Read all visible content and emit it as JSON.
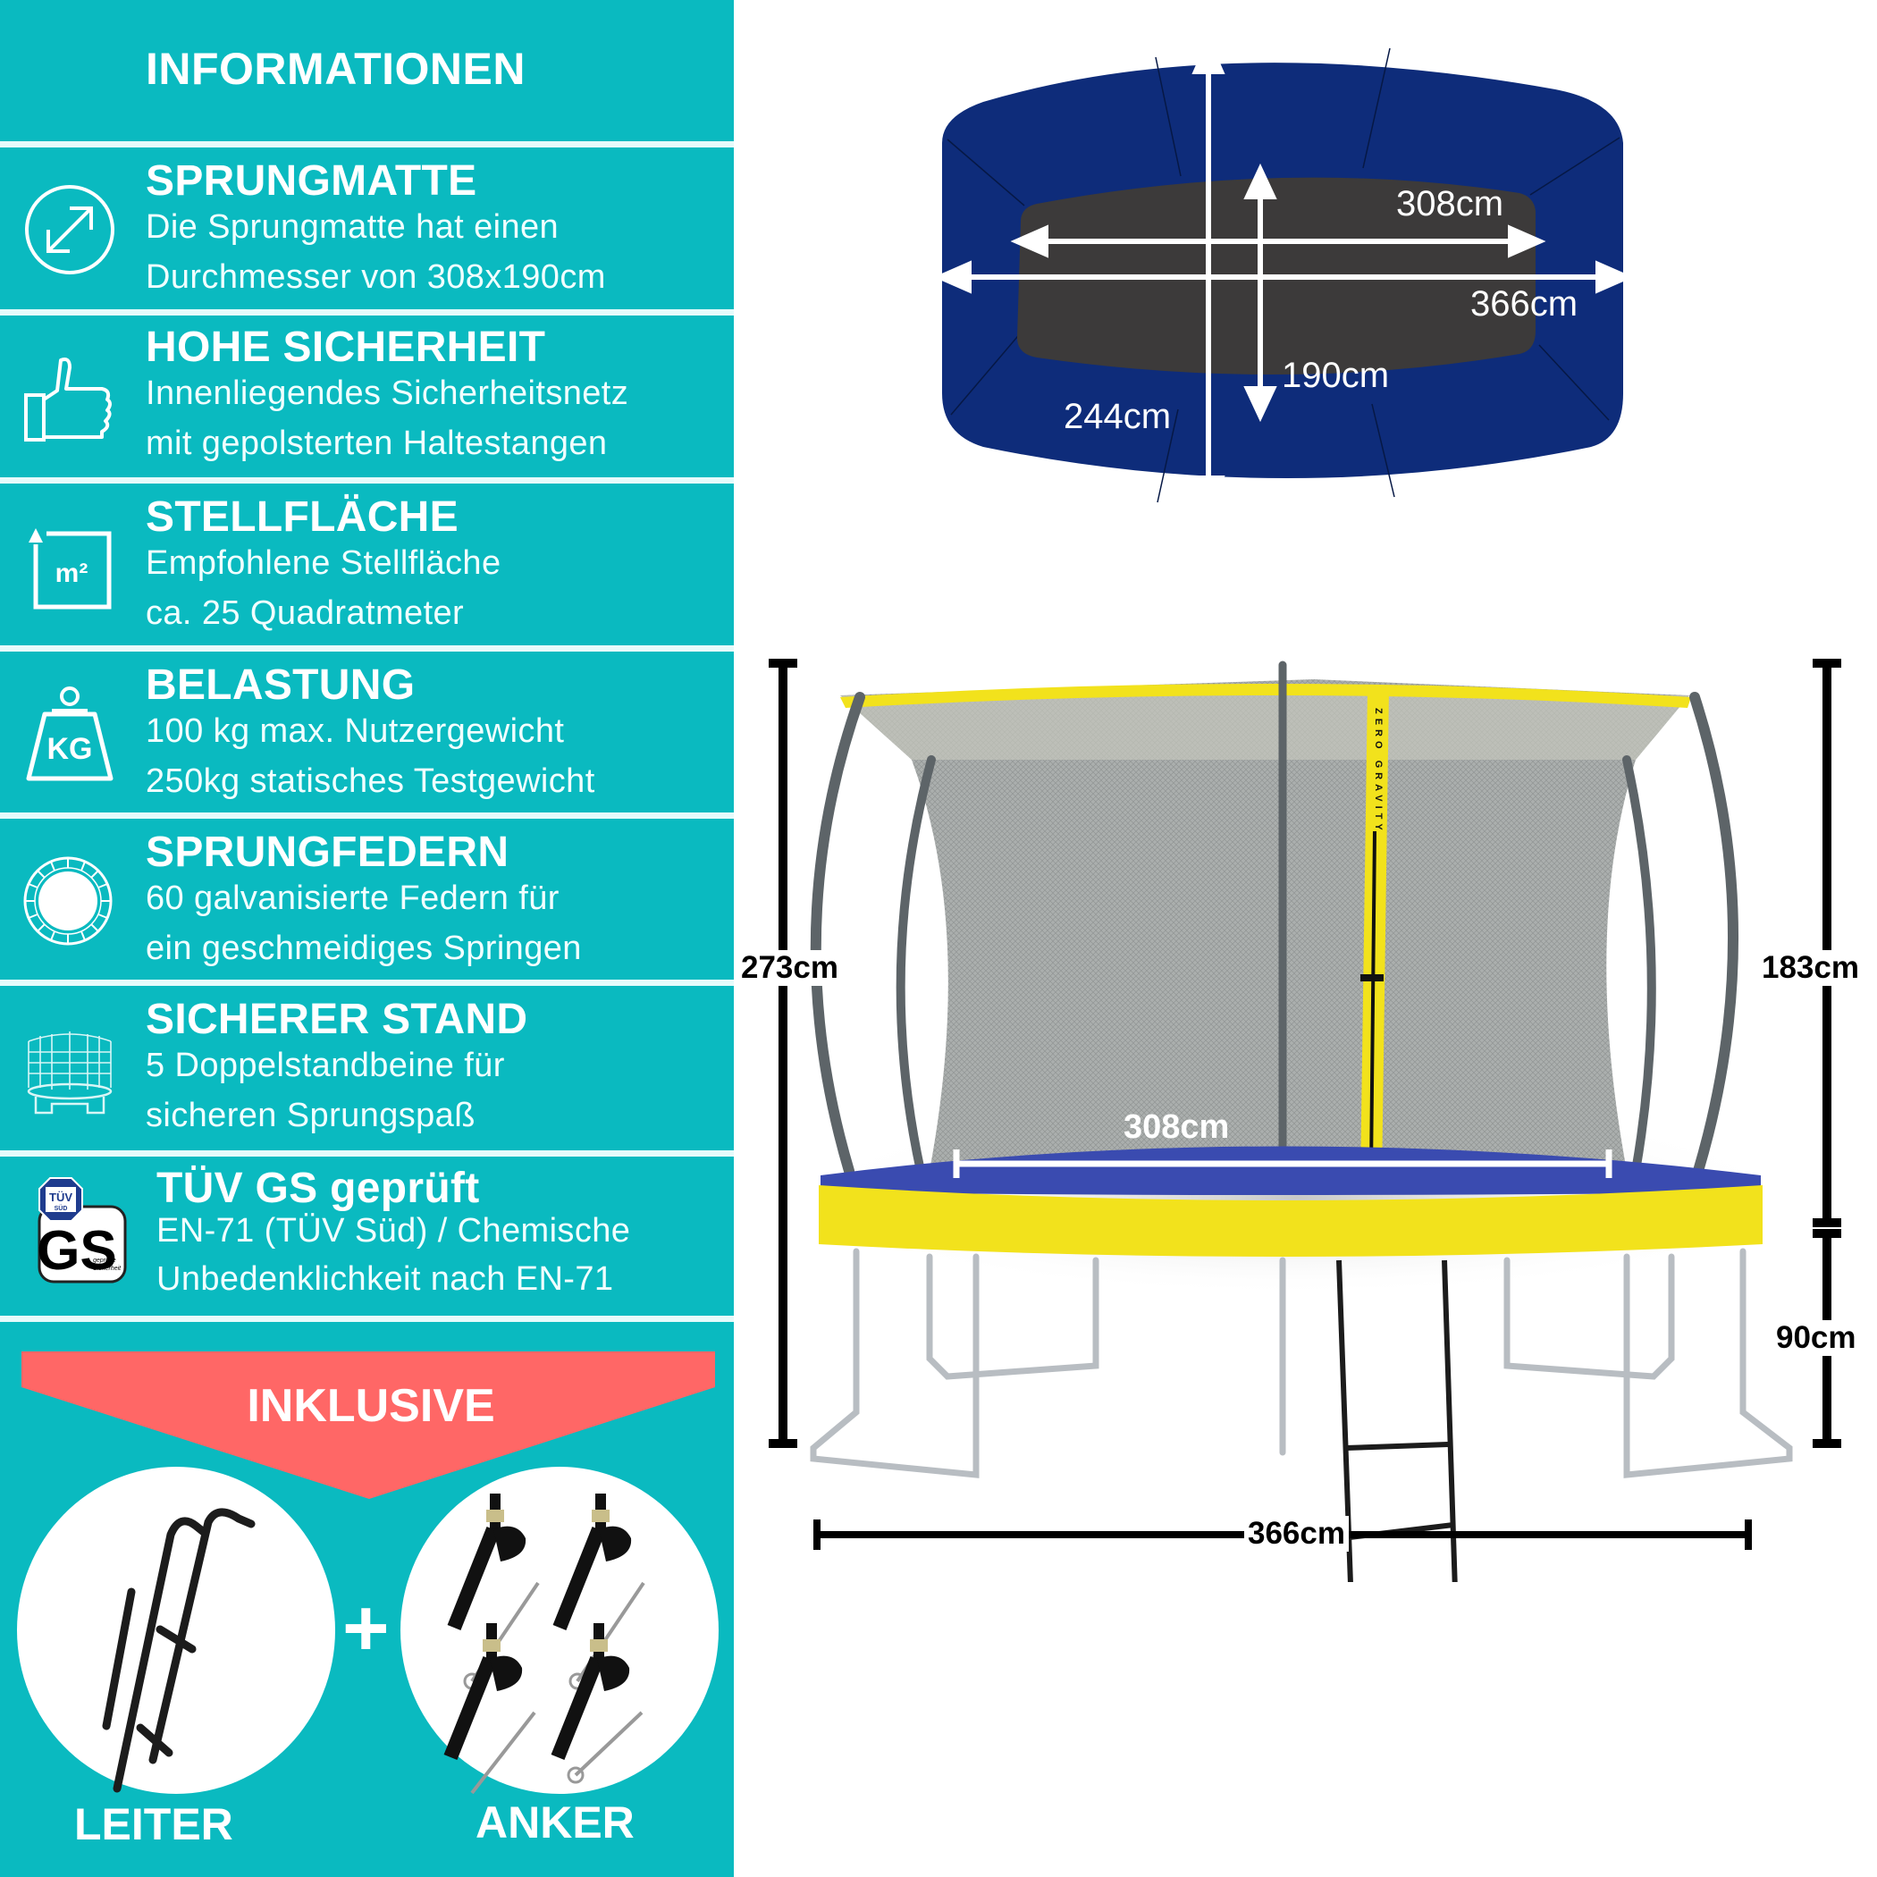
{
  "colors": {
    "panel_teal": "#0ABAC0",
    "separator": "#E6FBFB",
    "banner_coral": "#FF6766",
    "pad_yellow": "#F2E21C",
    "mat_blue": "#0E2C7A",
    "mat_dark": "#3C3A3A"
  },
  "info_panel": {
    "header": "INFORMATIONEN",
    "features": [
      {
        "icon": "diagonal-arrows-circle-icon",
        "title": "SPRUNGMATTE",
        "lines": [
          "Die Sprungmatte hat einen",
          "Durchmesser von 308x190cm"
        ]
      },
      {
        "icon": "thumbs-up-icon",
        "title": "HOHE SICHERHEIT",
        "lines": [
          "Innenliegendes Sicherheitsnetz",
          "mit gepolsterten Haltestangen"
        ]
      },
      {
        "icon": "square-meter-icon",
        "title": "STELLFLÄCHE",
        "lines": [
          "Empfohlene Stellfläche",
          "ca. 25 Quadratmeter"
        ],
        "icon_text": "m²"
      },
      {
        "icon": "kg-weight-icon",
        "title": "BELASTUNG",
        "lines": [
          "100 kg max. Nutzergewicht",
          "250kg statisches Testgewicht"
        ],
        "icon_text": "KG"
      },
      {
        "icon": "spring-ring-icon",
        "title": "SPRUNGFEDERN",
        "lines": [
          "60 galvanisierte Federn für",
          "ein geschmeidiges Springen"
        ]
      },
      {
        "icon": "trampoline-outline-icon",
        "title": "SICHERER STAND",
        "lines": [
          "5 Doppelstandbeine für",
          "sicheren Sprungspaß"
        ]
      },
      {
        "icon": "tuv-gs-seal-icon",
        "title": "TÜV GS geprüft",
        "lines": [
          "EN-71 (TÜV Süd) / Chemische",
          "Unbedenklichkeit nach EN-71"
        ],
        "seal_tuv": "TÜV",
        "seal_sud": "SÜD",
        "seal_gs": "GS",
        "seal_caption_1": "geprüfte",
        "seal_caption_2": "Sicherheit"
      }
    ]
  },
  "inclusive": {
    "banner_label": "INKLUSIVE",
    "plus": "+",
    "items": [
      {
        "label": "LEITER",
        "image": "ladder-image"
      },
      {
        "label": "ANKER",
        "image": "anchor-kit-image"
      }
    ]
  },
  "top_view": {
    "mat_width": "308cm",
    "outer_width": "366cm",
    "mat_depth": "190cm",
    "outer_depth": "244cm"
  },
  "side_view": {
    "brand_strap": "ZERO GRAVITY",
    "total_height": "273cm",
    "net_height": "183cm",
    "frame_height": "90cm",
    "mat_width": "308cm",
    "overall_width": "366cm"
  }
}
